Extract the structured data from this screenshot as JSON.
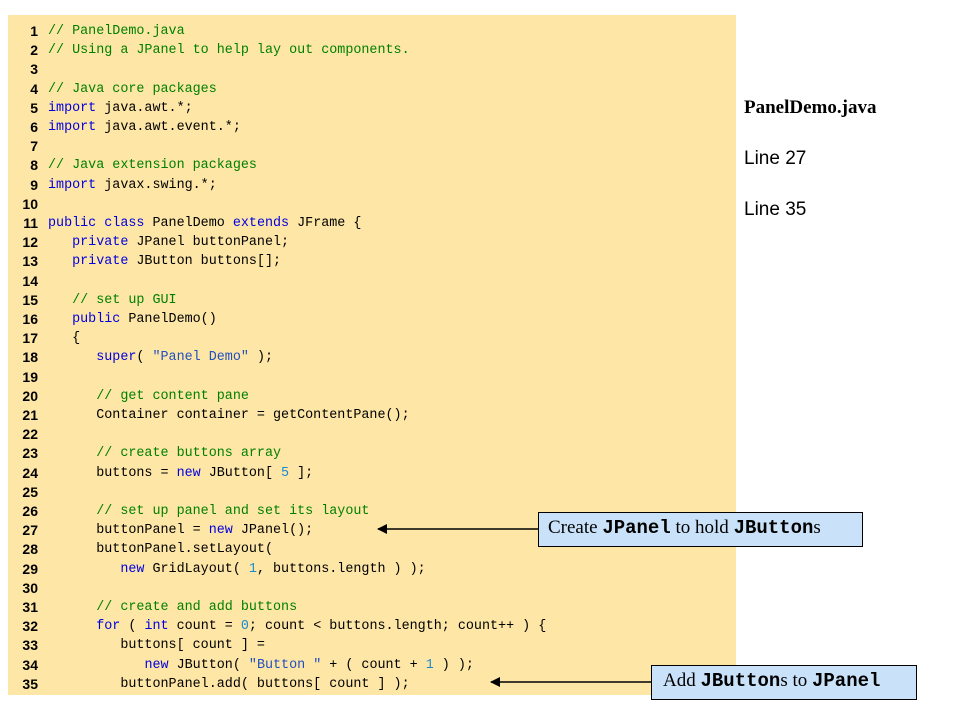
{
  "code": {
    "lines": [
      {
        "num": "1",
        "segments": [
          {
            "text": "// PanelDemo.java",
            "type": "comment"
          }
        ]
      },
      {
        "num": "2",
        "segments": [
          {
            "text": "// Using a JPanel to help lay out components.",
            "type": "comment"
          }
        ]
      },
      {
        "num": "3",
        "segments": []
      },
      {
        "num": "4",
        "segments": [
          {
            "text": "// Java core packages",
            "type": "comment"
          }
        ]
      },
      {
        "num": "5",
        "segments": [
          {
            "text": "import",
            "type": "keyword"
          },
          {
            "text": " java.awt.*;",
            "type": "plain"
          }
        ]
      },
      {
        "num": "6",
        "segments": [
          {
            "text": "import",
            "type": "keyword"
          },
          {
            "text": " java.awt.event.*;",
            "type": "plain"
          }
        ]
      },
      {
        "num": "7",
        "segments": []
      },
      {
        "num": "8",
        "segments": [
          {
            "text": "// Java extension packages",
            "type": "comment"
          }
        ]
      },
      {
        "num": "9",
        "segments": [
          {
            "text": "import",
            "type": "keyword"
          },
          {
            "text": " javax.swing.*;",
            "type": "plain"
          }
        ]
      },
      {
        "num": "10",
        "segments": []
      },
      {
        "num": "11",
        "segments": [
          {
            "text": "public class",
            "type": "keyword"
          },
          {
            "text": " PanelDemo ",
            "type": "plain"
          },
          {
            "text": "extends",
            "type": "keyword"
          },
          {
            "text": " JFrame {",
            "type": "plain"
          }
        ]
      },
      {
        "num": "12",
        "segments": [
          {
            "text": "   ",
            "type": "plain"
          },
          {
            "text": "private",
            "type": "keyword"
          },
          {
            "text": " JPanel buttonPanel;",
            "type": "plain"
          }
        ]
      },
      {
        "num": "13",
        "segments": [
          {
            "text": "   ",
            "type": "plain"
          },
          {
            "text": "private",
            "type": "keyword"
          },
          {
            "text": " JButton buttons[];",
            "type": "plain"
          }
        ]
      },
      {
        "num": "14",
        "segments": []
      },
      {
        "num": "15",
        "segments": [
          {
            "text": "   ",
            "type": "plain"
          },
          {
            "text": "// set up GUI",
            "type": "comment"
          }
        ]
      },
      {
        "num": "16",
        "segments": [
          {
            "text": "   ",
            "type": "plain"
          },
          {
            "text": "public",
            "type": "keyword"
          },
          {
            "text": " PanelDemo()",
            "type": "plain"
          }
        ]
      },
      {
        "num": "17",
        "segments": [
          {
            "text": "   {",
            "type": "plain"
          }
        ]
      },
      {
        "num": "18",
        "segments": [
          {
            "text": "      ",
            "type": "plain"
          },
          {
            "text": "super",
            "type": "keyword"
          },
          {
            "text": "( ",
            "type": "plain"
          },
          {
            "text": "\"Panel Demo\"",
            "type": "string"
          },
          {
            "text": " );",
            "type": "plain"
          }
        ]
      },
      {
        "num": "19",
        "segments": []
      },
      {
        "num": "20",
        "segments": [
          {
            "text": "      ",
            "type": "plain"
          },
          {
            "text": "// get content pane",
            "type": "comment"
          }
        ]
      },
      {
        "num": "21",
        "segments": [
          {
            "text": "      Container container = getContentPane();",
            "type": "plain"
          }
        ]
      },
      {
        "num": "22",
        "segments": []
      },
      {
        "num": "23",
        "segments": [
          {
            "text": "      ",
            "type": "plain"
          },
          {
            "text": "// create buttons array",
            "type": "comment"
          }
        ]
      },
      {
        "num": "24",
        "segments": [
          {
            "text": "      buttons = ",
            "type": "plain"
          },
          {
            "text": "new",
            "type": "keyword"
          },
          {
            "text": " JButton[ ",
            "type": "plain"
          },
          {
            "text": "5",
            "type": "number"
          },
          {
            "text": " ];",
            "type": "plain"
          }
        ]
      },
      {
        "num": "25",
        "segments": []
      },
      {
        "num": "26",
        "segments": [
          {
            "text": "      ",
            "type": "plain"
          },
          {
            "text": "// set up panel and set its layout",
            "type": "comment"
          }
        ]
      },
      {
        "num": "27",
        "segments": [
          {
            "text": "      buttonPanel = ",
            "type": "plain"
          },
          {
            "text": "new",
            "type": "keyword"
          },
          {
            "text": " JPanel();",
            "type": "plain"
          }
        ]
      },
      {
        "num": "28",
        "segments": [
          {
            "text": "      buttonPanel.setLayout(",
            "type": "plain"
          }
        ]
      },
      {
        "num": "29",
        "segments": [
          {
            "text": "         ",
            "type": "plain"
          },
          {
            "text": "new",
            "type": "keyword"
          },
          {
            "text": " GridLayout( ",
            "type": "plain"
          },
          {
            "text": "1",
            "type": "number"
          },
          {
            "text": ", buttons.length ) );",
            "type": "plain"
          }
        ]
      },
      {
        "num": "30",
        "segments": []
      },
      {
        "num": "31",
        "segments": [
          {
            "text": "      ",
            "type": "plain"
          },
          {
            "text": "// create and add buttons",
            "type": "comment"
          }
        ]
      },
      {
        "num": "32",
        "segments": [
          {
            "text": "      ",
            "type": "plain"
          },
          {
            "text": "for",
            "type": "keyword"
          },
          {
            "text": " ( ",
            "type": "plain"
          },
          {
            "text": "int",
            "type": "keyword"
          },
          {
            "text": " count = ",
            "type": "plain"
          },
          {
            "text": "0",
            "type": "number"
          },
          {
            "text": "; count < buttons.length; count++ ) {",
            "type": "plain"
          }
        ]
      },
      {
        "num": "33",
        "segments": [
          {
            "text": "         buttons[ count ] =",
            "type": "plain"
          }
        ]
      },
      {
        "num": "34",
        "segments": [
          {
            "text": "            ",
            "type": "plain"
          },
          {
            "text": "new",
            "type": "keyword"
          },
          {
            "text": " JButton( ",
            "type": "plain"
          },
          {
            "text": "\"Button \"",
            "type": "string"
          },
          {
            "text": " + ( count + ",
            "type": "plain"
          },
          {
            "text": "1",
            "type": "number"
          },
          {
            "text": " ) );",
            "type": "plain"
          }
        ]
      },
      {
        "num": "35",
        "segments": [
          {
            "text": "         buttonPanel.add( buttons[ count ] );",
            "type": "plain"
          }
        ]
      }
    ]
  },
  "sidebar": {
    "title": "PanelDemo.java",
    "line_ref_1": "Line 27",
    "line_ref_2": "Line 35"
  },
  "callouts": {
    "first": {
      "pre": "Create ",
      "code1": "JPanel",
      "mid": " to hold ",
      "code2": "JButton",
      "post": "s"
    },
    "second": {
      "pre": "Add ",
      "code1": "JButton",
      "mid": "s to ",
      "code2": "JPanel",
      "post": ""
    }
  },
  "colors": {
    "panel_background": "#fde6a6",
    "callout_background": "#c9e2f9",
    "comment": "#008000",
    "keyword": "#0000e0",
    "string": "#2050c0",
    "number": "#1a8ad0"
  }
}
